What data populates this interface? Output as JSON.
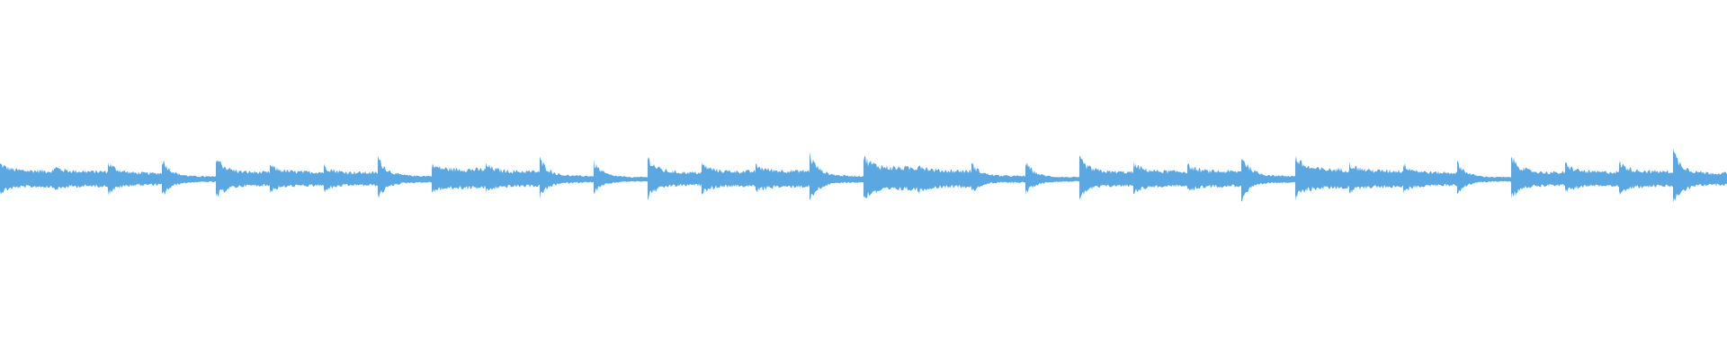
{
  "waveform": {
    "color": "#5aa7e2",
    "background": "#ffffff",
    "segments": [
      {
        "peak": 0.55,
        "tail": 0.3
      },
      {
        "peak": 0.45,
        "tail": 0.28
      },
      {
        "peak": 0.6,
        "tail": 0.22
      },
      {
        "peak": 0.72,
        "tail": 0.1
      },
      {
        "peak": 0.8,
        "tail": 0.25
      },
      {
        "peak": 0.5,
        "tail": 0.26
      },
      {
        "peak": 0.48,
        "tail": 0.24
      },
      {
        "peak": 0.78,
        "tail": 0.12
      },
      {
        "peak": 0.5,
        "tail": 0.35
      },
      {
        "peak": 0.52,
        "tail": 0.28
      },
      {
        "peak": 0.72,
        "tail": 0.12
      },
      {
        "peak": 0.6,
        "tail": 0.08
      },
      {
        "peak": 0.76,
        "tail": 0.24
      },
      {
        "peak": 0.55,
        "tail": 0.28
      },
      {
        "peak": 0.5,
        "tail": 0.3
      },
      {
        "peak": 0.88,
        "tail": 0.12
      },
      {
        "peak": 0.8,
        "tail": 0.4
      },
      {
        "peak": 0.55,
        "tail": 0.3
      },
      {
        "peak": 0.55,
        "tail": 0.12
      },
      {
        "peak": 0.6,
        "tail": 0.08
      },
      {
        "peak": 0.74,
        "tail": 0.26
      },
      {
        "peak": 0.55,
        "tail": 0.28
      },
      {
        "peak": 0.5,
        "tail": 0.28
      },
      {
        "peak": 0.86,
        "tail": 0.12
      },
      {
        "peak": 0.78,
        "tail": 0.34
      },
      {
        "peak": 0.55,
        "tail": 0.3
      },
      {
        "peak": 0.55,
        "tail": 0.24
      },
      {
        "peak": 0.6,
        "tail": 0.08
      },
      {
        "peak": 0.8,
        "tail": 0.24
      },
      {
        "peak": 0.55,
        "tail": 0.26
      },
      {
        "peak": 0.6,
        "tail": 0.28
      },
      {
        "peak": 1.0,
        "tail": 0.22
      }
    ]
  }
}
